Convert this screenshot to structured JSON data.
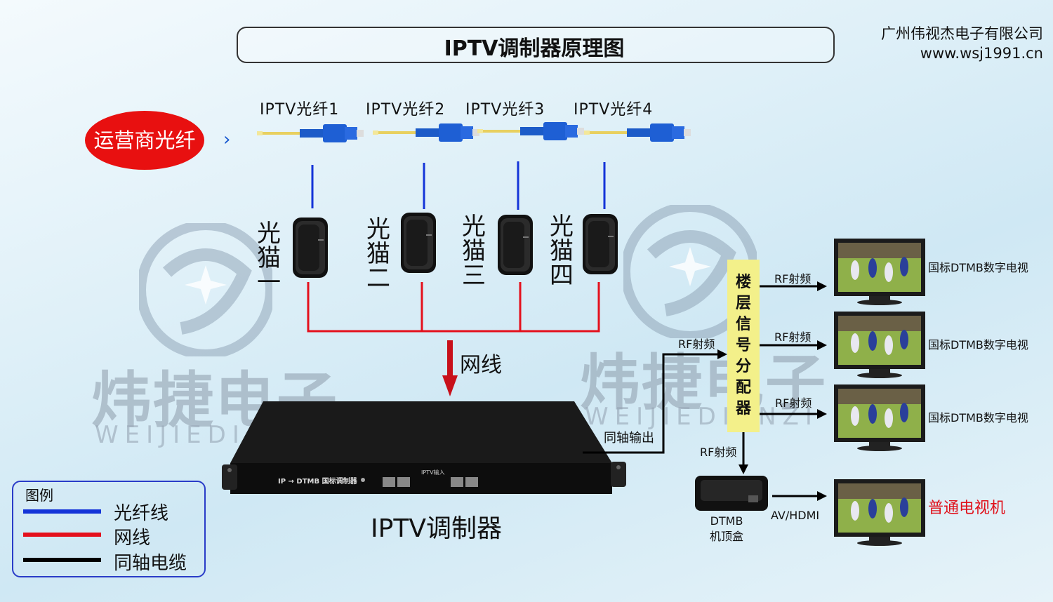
{
  "title": "IPTV调制器原理图",
  "company": {
    "name": "广州伟视杰电子有限公司",
    "url": "www.wsj1991.cn"
  },
  "operator_fiber": "运营商光纤",
  "fibers": [
    "IPTV光纤1",
    "IPTV光纤2",
    "IPTV光纤3",
    "IPTV光纤4"
  ],
  "modems": [
    {
      "label": [
        "光",
        "猫",
        "一"
      ]
    },
    {
      "label": [
        "光",
        "猫",
        "二"
      ]
    },
    {
      "label": [
        "光",
        "猫",
        "三"
      ]
    },
    {
      "label": [
        "光",
        "猫",
        "四"
      ]
    }
  ],
  "network_cable_label": "网线",
  "modulator": {
    "label": "IPTV调制器",
    "panel_text": "IP → DTMB 国标调制器",
    "port_label": "IPTV输入"
  },
  "coax_output_label": "同轴输出",
  "splitter": {
    "label": [
      "楼",
      "层",
      "信",
      "号",
      "分",
      "配",
      "器"
    ]
  },
  "rf_label": "RF射频",
  "stb": {
    "label_line1": "DTMB",
    "label_line2": "机顶盒"
  },
  "av_label": "AV/HDMI",
  "tvs": [
    {
      "label": "国标DTMB数字电视"
    },
    {
      "label": "国标DTMB数字电视"
    },
    {
      "label": "国标DTMB数字电视"
    },
    {
      "label": "普通电视机",
      "color": "#e0101a"
    }
  ],
  "legend": {
    "title": "图例",
    "items": [
      {
        "label": "光纤线",
        "color": "#1434d8"
      },
      {
        "label": "网线",
        "color": "#e4101c"
      },
      {
        "label": "同轴电缆",
        "color": "#000000"
      }
    ]
  },
  "watermark": {
    "cn": "炜捷电子",
    "en": "WEIJIEDIANZI"
  }
}
